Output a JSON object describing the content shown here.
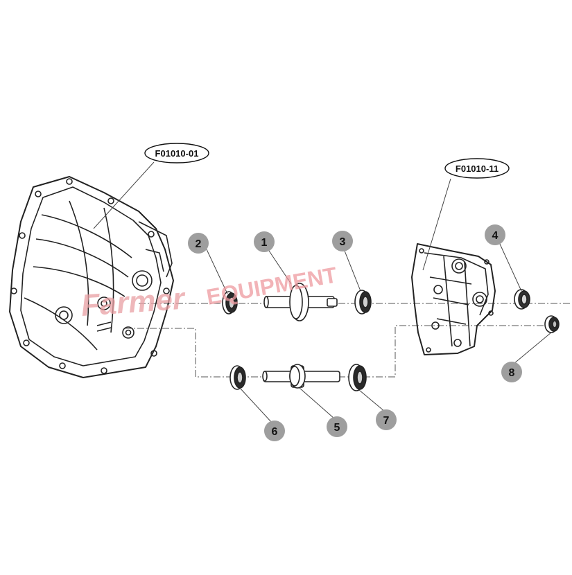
{
  "diagram": {
    "callouts": [
      {
        "id": "c1",
        "text": "F01010-01"
      },
      {
        "id": "c2",
        "text": "F01010-11"
      }
    ],
    "parts": [
      {
        "id": "p1",
        "number": "1"
      },
      {
        "id": "p2",
        "number": "2"
      },
      {
        "id": "p3",
        "number": "3"
      },
      {
        "id": "p4",
        "number": "4"
      },
      {
        "id": "p5",
        "number": "5"
      },
      {
        "id": "p6",
        "number": "6"
      },
      {
        "id": "p7",
        "number": "7"
      },
      {
        "id": "p8",
        "number": "8"
      }
    ]
  },
  "watermark": {
    "brand": "Farmer",
    "text": "EQUIPMENT"
  },
  "colors": {
    "line": "#222222",
    "badge_fill": "#9e9e9e",
    "watermark": "#e9a0a4"
  }
}
